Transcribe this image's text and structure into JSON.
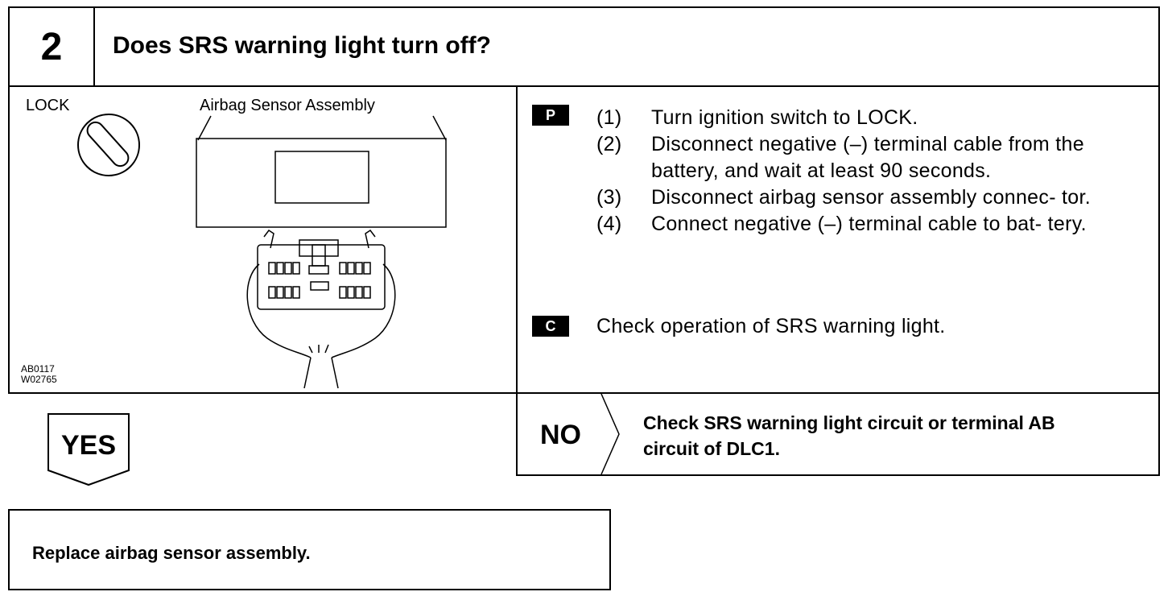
{
  "step": {
    "number": "2",
    "question": "Does SRS warning light turn off?"
  },
  "figure": {
    "lock_label": "LOCK",
    "sensor_label": "Airbag Sensor Assembly",
    "code_line1": "AB0117",
    "code_line2": "W02765"
  },
  "procedure": {
    "prep_badge": "P",
    "steps": [
      {
        "num": "(1)",
        "text": "Turn ignition switch to LOCK."
      },
      {
        "num": "(2)",
        "text": "Disconnect negative (–) terminal cable from the battery, and wait at least 90 seconds."
      },
      {
        "num": "(3)",
        "text": "Disconnect airbag sensor assembly connec- tor."
      },
      {
        "num": "(4)",
        "text": "Connect negative (–) terminal cable to bat- tery."
      }
    ],
    "check_badge": "C",
    "check_text": "Check operation of SRS warning light."
  },
  "no_branch": {
    "label": "NO",
    "line1": "Check SRS warning light circuit or terminal AB",
    "line2": "circuit of DLC1."
  },
  "yes_branch": {
    "label": "YES",
    "result": "Replace airbag sensor assembly."
  }
}
